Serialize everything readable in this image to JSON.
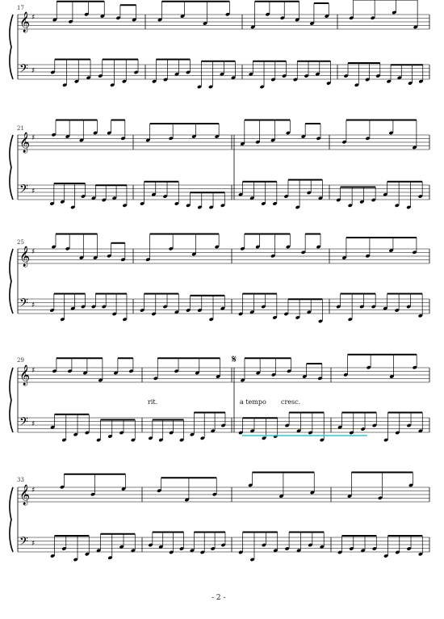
{
  "page_number": "- 2 -",
  "systems": [
    {
      "first_measure": "17",
      "markings": []
    },
    {
      "first_measure": "21",
      "markings": []
    },
    {
      "first_measure": "25",
      "markings": []
    },
    {
      "first_measure": "29",
      "markings": [
        "rit.",
        "a tempo",
        "cresc."
      ],
      "segno": true
    },
    {
      "first_measure": "33",
      "markings": []
    }
  ],
  "key_signature": "G major (1 sharp)",
  "icons": {
    "treble": "treble-clef-icon",
    "bass": "bass-clef-icon",
    "segno": "segno-icon",
    "brace": "brace-icon"
  },
  "colors": {
    "ink": "#000000",
    "pedal_line": "#33c6d6"
  }
}
